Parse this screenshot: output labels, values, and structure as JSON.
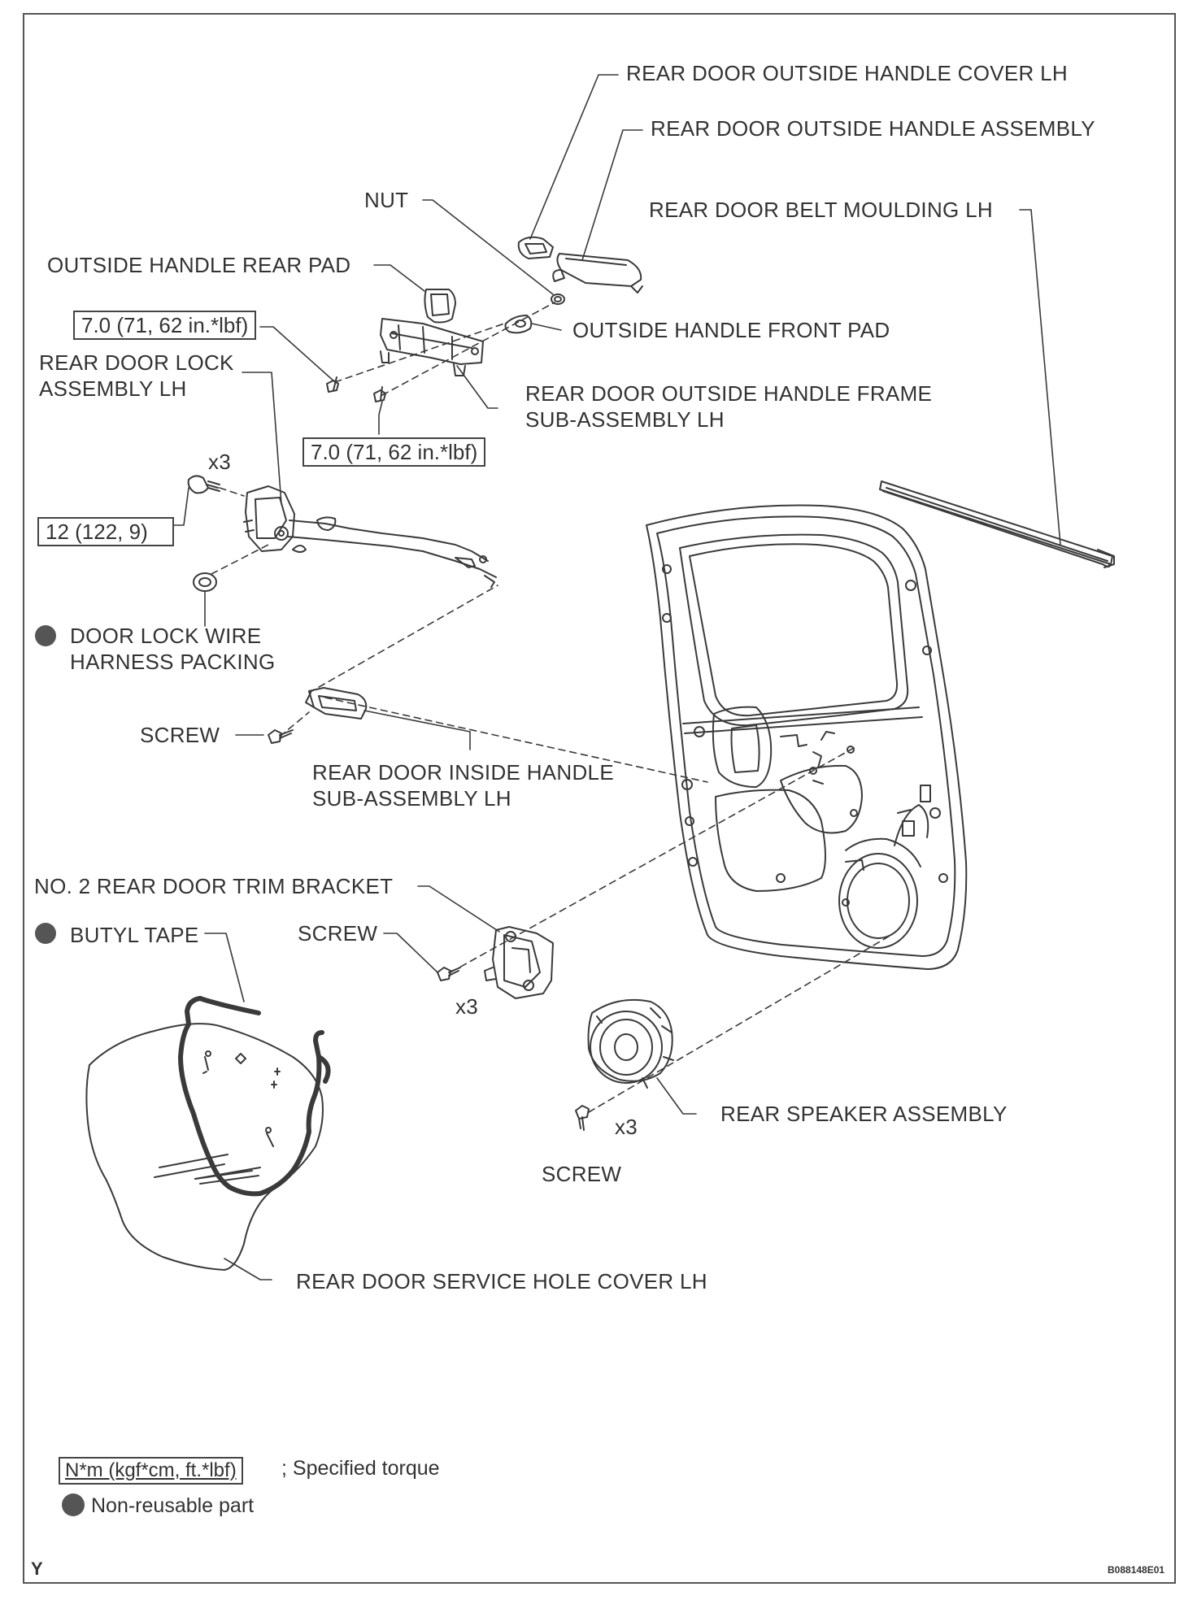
{
  "callouts": {
    "outside_handle_cover": "REAR DOOR OUTSIDE HANDLE COVER LH",
    "outside_handle_assembly": "REAR DOOR OUTSIDE HANDLE ASSEMBLY",
    "nut": "NUT",
    "belt_moulding": "REAR DOOR BELT MOULDING LH",
    "outside_handle_rear_pad": "OUTSIDE HANDLE REAR PAD",
    "outside_handle_front_pad": "OUTSIDE HANDLE FRONT PAD",
    "lock_assembly_line1": "REAR DOOR LOCK",
    "lock_assembly_line2": "ASSEMBLY LH",
    "handle_frame_line1": "REAR DOOR OUTSIDE HANDLE FRAME",
    "handle_frame_line2": "SUB-ASSEMBLY LH",
    "qty_lock_bolts": "x3",
    "wire_harness_packing_line1": "DOOR LOCK WIRE",
    "wire_harness_packing_line2": "HARNESS PACKING",
    "screw_inside_handle": "SCREW",
    "inside_handle_line1": "REAR DOOR INSIDE HANDLE",
    "inside_handle_line2": "SUB-ASSEMBLY LH",
    "trim_bracket": "NO. 2 REAR DOOR TRIM BRACKET",
    "butyl_tape": "BUTYL TAPE",
    "screw_bracket": "SCREW",
    "qty_bracket_screws": "x3",
    "speaker": "REAR SPEAKER ASSEMBLY",
    "qty_speaker_screws": "x3",
    "screw_speaker": "SCREW",
    "service_hole_cover": "REAR DOOR SERVICE HOLE COVER LH"
  },
  "torques": {
    "frame_upper": "7.0 (71, 62 in.*lbf)",
    "frame_lower": "7.0 (71, 62 in.*lbf)",
    "lock": "12 (122, 9)"
  },
  "legend": {
    "torque_box": "N*m (kgf*cm, ft.*lbf)",
    "torque_text": "; Specified torque",
    "nonreusable_text": "Non-reusable part"
  },
  "footer": {
    "left_mark": "Y",
    "figure_id": "B088148E01"
  },
  "colors": {
    "line": "#3a3a3a",
    "nonreusable_dot": "#555555"
  }
}
